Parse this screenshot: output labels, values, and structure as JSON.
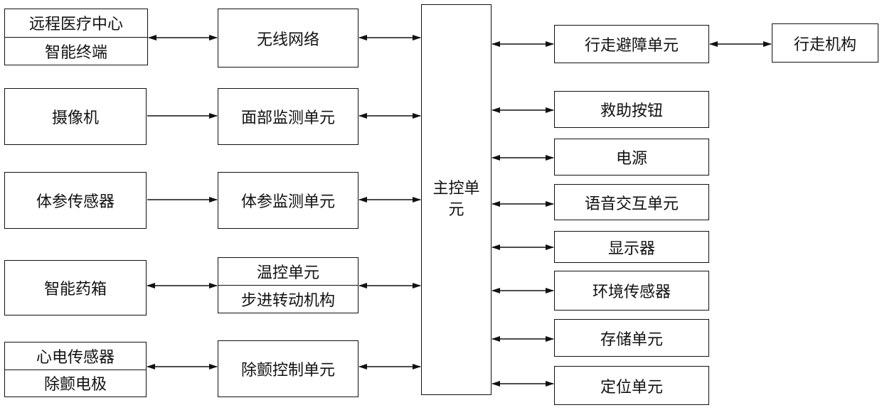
{
  "left": {
    "remote_center": "远程医疗中心",
    "smart_terminal": "智能终端",
    "camera": "摄像机",
    "body_sensor": "体参传感器",
    "medicine_box": "智能药箱",
    "ecg_sensor": "心电传感器",
    "defib_electrode": "除颤电极"
  },
  "middle": {
    "wireless": "无线网络",
    "face_monitor": "面部监测单元",
    "body_monitor": "体参监测单元",
    "temp_control": "温控单元",
    "stepper": "步进转动机构",
    "defib_control": "除颤控制单元"
  },
  "main_unit": {
    "line1": "主控单",
    "line2": "元"
  },
  "right": {
    "walk_avoid": "行走避障单元",
    "walk_mech": "行走机构",
    "help_button": "救助按钮",
    "power": "电源",
    "voice": "语音交互单元",
    "display": "显示器",
    "env_sensor": "环境传感器",
    "storage": "存储单元",
    "positioning": "定位单元"
  }
}
